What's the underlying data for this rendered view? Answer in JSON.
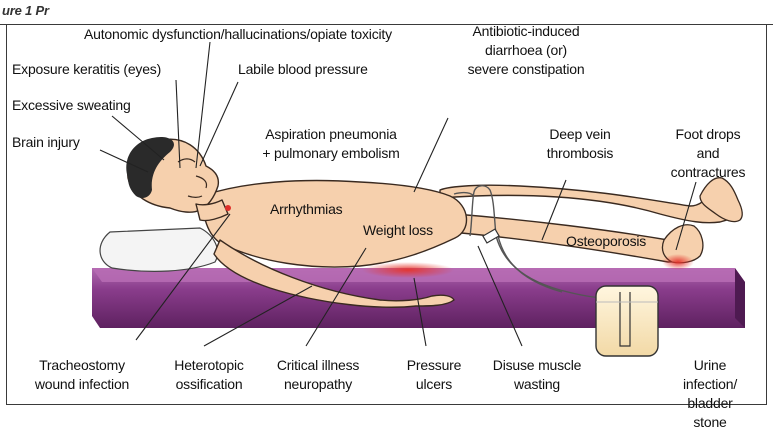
{
  "figure": {
    "title_fragment": "ure 1 Pr"
  },
  "labels": {
    "autonomic": "Autonomic dysfunction/hallucinations/opiate toxicity",
    "exposure_keratitis": "Exposure keratitis (eyes)",
    "labile_bp": "Labile blood pressure",
    "excessive_sweating": "Excessive sweating",
    "brain_injury": "Brain injury",
    "aspiration_pneumonia": "Aspiration pneumonia\n+ pulmonary embolism",
    "arrhythmias": "Arrhythmias",
    "weight_loss": "Weight loss",
    "antibiotic_diarrhoea": "Antibiotic-induced\ndiarrhoea (or)\nsevere constipation",
    "deep_vein_thrombosis": "Deep vein\nthrombosis",
    "foot_drops": "Foot drops and\ncontractures",
    "osteoporosis": "Osteoporosis",
    "tracheostomy": "Tracheostomy\nwound infection",
    "heterotopic": "Heterotopic\nossification",
    "critical_illness": "Critical illness\nneuropathy",
    "pressure_ulcers": "Pressure\nulcers",
    "disuse_muscle": "Disuse muscle\nwasting",
    "urine_infection": "Urine infection/\nbladder stone"
  },
  "colors": {
    "mattress": "#7b2f7e",
    "mattress_top": "#a45aa2",
    "skin": "#f6d0ad",
    "skin_line": "#3a2a20",
    "hair": "#2a2a2a",
    "pressure_red": "#e0302a",
    "urine_bag": "#f6e3b8",
    "leader": "#222222"
  }
}
